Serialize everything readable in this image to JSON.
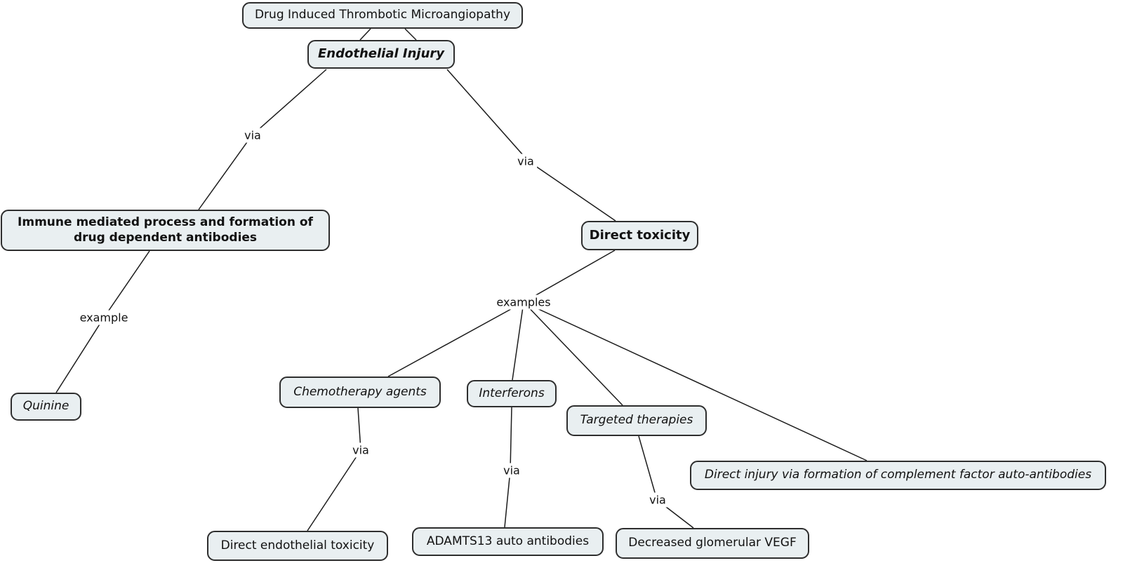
{
  "diagram": {
    "type": "concept-map",
    "title": "Drug Induced Thrombotic Microangiopathy",
    "colors": {
      "background": "#ffffff",
      "node_fill": "#e9eff1",
      "node_border": "#2e2e2e",
      "edge_line": "#1c1c1c",
      "text": "#111111"
    },
    "nodes": [
      {
        "id": "dtma",
        "label": "Drug Induced Thrombotic Microangiopathy",
        "emphasis": "normal"
      },
      {
        "id": "endothelial-injury",
        "label": "Endothelial Injury",
        "emphasis": "bold-italic"
      },
      {
        "id": "immune-mediated",
        "label": "Immune mediated process and formation of drug dependent antibodies",
        "emphasis": "bold"
      },
      {
        "id": "direct-toxicity",
        "label": "Direct toxicity",
        "emphasis": "bold"
      },
      {
        "id": "quinine",
        "label": "Quinine",
        "emphasis": "italic"
      },
      {
        "id": "chemotherapy-agents",
        "label": "Chemotherapy agents",
        "emphasis": "italic"
      },
      {
        "id": "interferons",
        "label": "Interferons",
        "emphasis": "italic"
      },
      {
        "id": "targeted-therapies",
        "label": "Targeted therapies",
        "emphasis": "italic"
      },
      {
        "id": "complement-autoantibodies",
        "label": "Direct injury via formation of complement factor auto-antibodies",
        "emphasis": "italic"
      },
      {
        "id": "direct-endothelial-toxicity",
        "label": "Direct endothelial toxicity",
        "emphasis": "normal"
      },
      {
        "id": "adamts13",
        "label": "ADAMTS13 auto antibodies",
        "emphasis": "normal"
      },
      {
        "id": "decreased-vegf",
        "label": "Decreased glomerular VEGF",
        "emphasis": "normal"
      }
    ],
    "edge_labels": [
      {
        "id": "via-immune",
        "label": "via"
      },
      {
        "id": "via-direct-toxicity",
        "label": "via"
      },
      {
        "id": "example-quinine",
        "label": "example"
      },
      {
        "id": "examples-direct-toxicity",
        "label": "examples"
      },
      {
        "id": "via-chemotherapy",
        "label": "via"
      },
      {
        "id": "via-interferons",
        "label": "via"
      },
      {
        "id": "via-targeted",
        "label": "via"
      }
    ],
    "edges": [
      {
        "from": "dtma",
        "to": "endothelial-injury",
        "label": ""
      },
      {
        "from": "dtma",
        "to": "endothelial-injury",
        "label": ""
      },
      {
        "from": "endothelial-injury",
        "to": "immune-mediated",
        "label": "via"
      },
      {
        "from": "endothelial-injury",
        "to": "direct-toxicity",
        "label": "via"
      },
      {
        "from": "immune-mediated",
        "to": "quinine",
        "label": "example"
      },
      {
        "from": "direct-toxicity",
        "to": "chemotherapy-agents",
        "label": "examples"
      },
      {
        "from": "direct-toxicity",
        "to": "interferons",
        "label": "examples"
      },
      {
        "from": "direct-toxicity",
        "to": "targeted-therapies",
        "label": "examples"
      },
      {
        "from": "direct-toxicity",
        "to": "complement-autoantibodies",
        "label": "examples"
      },
      {
        "from": "chemotherapy-agents",
        "to": "direct-endothelial-toxicity",
        "label": "via"
      },
      {
        "from": "interferons",
        "to": "adamts13",
        "label": "via"
      },
      {
        "from": "targeted-therapies",
        "to": "decreased-vegf",
        "label": "via"
      }
    ]
  }
}
